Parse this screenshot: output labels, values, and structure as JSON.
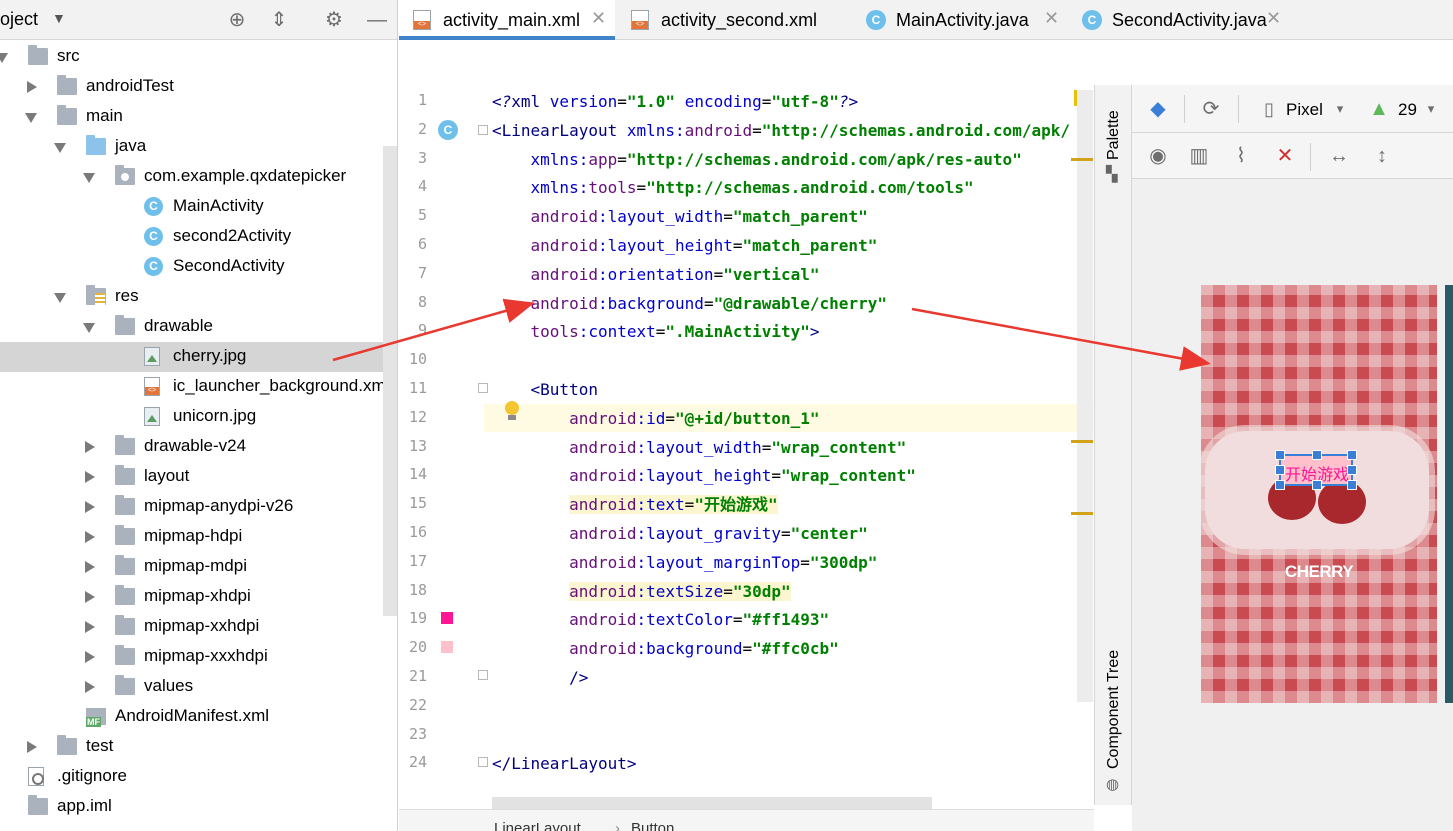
{
  "project": {
    "title": "oject",
    "tree": [
      {
        "label": "src",
        "indent": 0,
        "arrow": "open",
        "icon": "folder"
      },
      {
        "label": "androidTest",
        "indent": 1,
        "arrow": "closed",
        "icon": "folder"
      },
      {
        "label": "main",
        "indent": 1,
        "arrow": "open",
        "icon": "folder"
      },
      {
        "label": "java",
        "indent": 2,
        "arrow": "open",
        "icon": "folder-blue"
      },
      {
        "label": "com.example.qxdatepicker",
        "indent": 3,
        "arrow": "open",
        "icon": "package"
      },
      {
        "label": "MainActivity",
        "indent": 4,
        "arrow": "none",
        "icon": "class"
      },
      {
        "label": "second2Activity",
        "indent": 4,
        "arrow": "none",
        "icon": "class"
      },
      {
        "label": "SecondActivity",
        "indent": 4,
        "arrow": "none",
        "icon": "class"
      },
      {
        "label": "res",
        "indent": 2,
        "arrow": "open",
        "icon": "res"
      },
      {
        "label": "drawable",
        "indent": 3,
        "arrow": "open",
        "icon": "folder"
      },
      {
        "label": "cherry.jpg",
        "indent": 4,
        "arrow": "none",
        "icon": "image",
        "selected": true
      },
      {
        "label": "ic_launcher_background.xm",
        "indent": 4,
        "arrow": "none",
        "icon": "xml"
      },
      {
        "label": "unicorn.jpg",
        "indent": 4,
        "arrow": "none",
        "icon": "image"
      },
      {
        "label": "drawable-v24",
        "indent": 3,
        "arrow": "closed",
        "icon": "folder"
      },
      {
        "label": "layout",
        "indent": 3,
        "arrow": "closed",
        "icon": "folder"
      },
      {
        "label": "mipmap-anydpi-v26",
        "indent": 3,
        "arrow": "closed",
        "icon": "folder"
      },
      {
        "label": "mipmap-hdpi",
        "indent": 3,
        "arrow": "closed",
        "icon": "folder"
      },
      {
        "label": "mipmap-mdpi",
        "indent": 3,
        "arrow": "closed",
        "icon": "folder"
      },
      {
        "label": "mipmap-xhdpi",
        "indent": 3,
        "arrow": "closed",
        "icon": "folder"
      },
      {
        "label": "mipmap-xxhdpi",
        "indent": 3,
        "arrow": "closed",
        "icon": "folder"
      },
      {
        "label": "mipmap-xxxhdpi",
        "indent": 3,
        "arrow": "closed",
        "icon": "folder"
      },
      {
        "label": "values",
        "indent": 3,
        "arrow": "closed",
        "icon": "folder"
      },
      {
        "label": "AndroidManifest.xml",
        "indent": 2,
        "arrow": "none",
        "icon": "manifest"
      },
      {
        "label": "test",
        "indent": 1,
        "arrow": "closed",
        "icon": "folder"
      },
      {
        "label": ".gitignore",
        "indent": 0,
        "arrow": "none",
        "icon": "gitignore"
      },
      {
        "label": "app.iml",
        "indent": 0,
        "arrow": "none",
        "icon": "iml"
      }
    ]
  },
  "tabs": [
    {
      "label": "activity_main.xml",
      "icon": "xml",
      "active": true
    },
    {
      "label": "activity_second.xml",
      "icon": "xml",
      "active": false
    },
    {
      "label": "MainActivity.java",
      "icon": "class",
      "active": false
    },
    {
      "label": "SecondActivity.java",
      "icon": "class",
      "active": false
    }
  ],
  "editor": {
    "lines": [
      [
        [
          "pi",
          "<?"
        ],
        [
          "tag",
          "xml "
        ],
        [
          "attr",
          "version"
        ],
        [
          "plain",
          "="
        ],
        [
          "val",
          "\"1.0\""
        ],
        [
          "plain",
          " "
        ],
        [
          "attr",
          "encoding"
        ],
        [
          "plain",
          "="
        ],
        [
          "val",
          "\"utf-8\""
        ],
        [
          "pi",
          "?>"
        ]
      ],
      [
        [
          "tag",
          "<LinearLayout "
        ],
        [
          "attr",
          "xmlns:"
        ],
        [
          "ns",
          "android"
        ],
        [
          "plain",
          "="
        ],
        [
          "val",
          "\"http://schemas.android.com/apk/"
        ]
      ],
      [
        [
          "plain",
          "    "
        ],
        [
          "attr",
          "xmlns:"
        ],
        [
          "ns",
          "app"
        ],
        [
          "plain",
          "="
        ],
        [
          "val",
          "\"http://schemas.android.com/apk/res-auto\""
        ]
      ],
      [
        [
          "plain",
          "    "
        ],
        [
          "attr",
          "xmlns:"
        ],
        [
          "ns",
          "tools"
        ],
        [
          "plain",
          "="
        ],
        [
          "val",
          "\"http://schemas.android.com/tools\""
        ]
      ],
      [
        [
          "plain",
          "    "
        ],
        [
          "ns",
          "android"
        ],
        [
          "attr",
          ":layout_width"
        ],
        [
          "plain",
          "="
        ],
        [
          "val",
          "\"match_parent\""
        ]
      ],
      [
        [
          "plain",
          "    "
        ],
        [
          "ns",
          "android"
        ],
        [
          "attr",
          ":layout_height"
        ],
        [
          "plain",
          "="
        ],
        [
          "val",
          "\"match_parent\""
        ]
      ],
      [
        [
          "plain",
          "    "
        ],
        [
          "ns",
          "android"
        ],
        [
          "attr",
          ":orientation"
        ],
        [
          "plain",
          "="
        ],
        [
          "val",
          "\"vertical\""
        ]
      ],
      [
        [
          "plain",
          "    "
        ],
        [
          "ns",
          "android"
        ],
        [
          "attr",
          ":background"
        ],
        [
          "plain",
          "="
        ],
        [
          "val",
          "\"@drawable/cherry\""
        ]
      ],
      [
        [
          "plain",
          "    "
        ],
        [
          "ns",
          "tools"
        ],
        [
          "attr",
          ":context"
        ],
        [
          "plain",
          "="
        ],
        [
          "val",
          "\".MainActivity\""
        ],
        [
          "tag",
          ">"
        ]
      ],
      [],
      [
        [
          "plain",
          "    "
        ],
        [
          "tag",
          "<Button"
        ]
      ],
      [
        [
          "plain",
          "        "
        ],
        [
          "ns",
          "android"
        ],
        [
          "attr",
          ":id"
        ],
        [
          "plain",
          "="
        ],
        [
          "val",
          "\"@+id/button_1\""
        ]
      ],
      [
        [
          "plain",
          "        "
        ],
        [
          "ns",
          "android"
        ],
        [
          "attr",
          ":layout_width"
        ],
        [
          "plain",
          "="
        ],
        [
          "val",
          "\"wrap_content\""
        ]
      ],
      [
        [
          "plain",
          "        "
        ],
        [
          "ns",
          "android"
        ],
        [
          "attr",
          ":layout_height"
        ],
        [
          "plain",
          "="
        ],
        [
          "val",
          "\"wrap_content\""
        ]
      ],
      [
        [
          "plain",
          "        "
        ],
        [
          "ns",
          "android"
        ],
        [
          "attr",
          ":text"
        ],
        [
          "plain",
          "="
        ],
        [
          "val",
          "\"开始游戏\""
        ]
      ],
      [
        [
          "plain",
          "        "
        ],
        [
          "ns",
          "android"
        ],
        [
          "attr",
          ":layout_gravity"
        ],
        [
          "plain",
          "="
        ],
        [
          "val",
          "\"center\""
        ]
      ],
      [
        [
          "plain",
          "        "
        ],
        [
          "ns",
          "android"
        ],
        [
          "attr",
          ":layout_marginTop"
        ],
        [
          "plain",
          "="
        ],
        [
          "val",
          "\"300dp\""
        ]
      ],
      [
        [
          "plain",
          "        "
        ],
        [
          "ns",
          "android"
        ],
        [
          "attr",
          ":textSize"
        ],
        [
          "plain",
          "="
        ],
        [
          "val",
          "\"30dp\""
        ]
      ],
      [
        [
          "plain",
          "        "
        ],
        [
          "ns",
          "android"
        ],
        [
          "attr",
          ":textColor"
        ],
        [
          "plain",
          "="
        ],
        [
          "val",
          "\"#ff1493\""
        ]
      ],
      [
        [
          "plain",
          "        "
        ],
        [
          "ns",
          "android"
        ],
        [
          "attr",
          ":background"
        ],
        [
          "plain",
          "="
        ],
        [
          "val",
          "\"#ffc0cb\""
        ]
      ],
      [
        [
          "plain",
          "        "
        ],
        [
          "tag",
          "/>"
        ]
      ],
      [],
      [],
      [
        [
          "tag",
          "</LinearLayout>"
        ]
      ]
    ],
    "line_numbers": [
      "1",
      "2",
      "3",
      "4",
      "5",
      "6",
      "7",
      "8",
      "9",
      "10",
      "11",
      "12",
      "13",
      "14",
      "15",
      "16",
      "17",
      "18",
      "19",
      "20",
      "21",
      "22",
      "23",
      "24"
    ],
    "highlight_lines": [
      15,
      18
    ],
    "color_swatches": {
      "line19": "#ff1493",
      "line20": "#ffc0cb"
    }
  },
  "breadcrumb": [
    "LinearLayout",
    "Button"
  ],
  "side_strip": {
    "palette": "Palette",
    "component_tree": "Component Tree"
  },
  "design": {
    "device": "Pixel",
    "api_level": "29",
    "button_text": "开始游戏",
    "image_label": "CHERRY"
  },
  "colors": {
    "accent": "#4083c9",
    "selection": "#3a7fd5",
    "button_bg": "#ffc0cb",
    "button_text": "#ff1493",
    "arrow": "#e8382f"
  }
}
